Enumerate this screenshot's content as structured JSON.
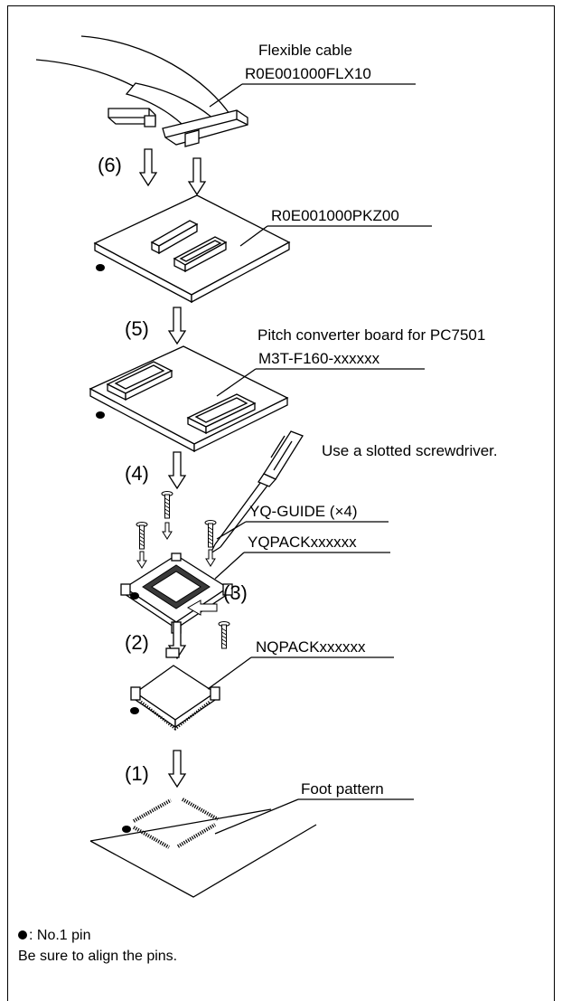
{
  "labels": {
    "cable_title": "Flexible cable",
    "cable_part": "R0E001000FLX10",
    "board_pkz": "R0E001000PKZ00",
    "pitch_title": "Pitch converter board for PC7501",
    "pitch_part": "M3T-F160-xxxxxx",
    "screwdriver_note": "Use a slotted screwdriver.",
    "yq_guide": "YQ-GUIDE (×4)",
    "yqpack": "YQPACKxxxxxx",
    "nqpack": "NQPACKxxxxxx",
    "foot_pattern": "Foot pattern"
  },
  "steps": [
    "(1)",
    "(2)",
    "(3)",
    "(4)",
    "(5)",
    "(6)"
  ],
  "legend": {
    "pin1": ": No.1 pin",
    "align": "Be sure to align the pins."
  }
}
